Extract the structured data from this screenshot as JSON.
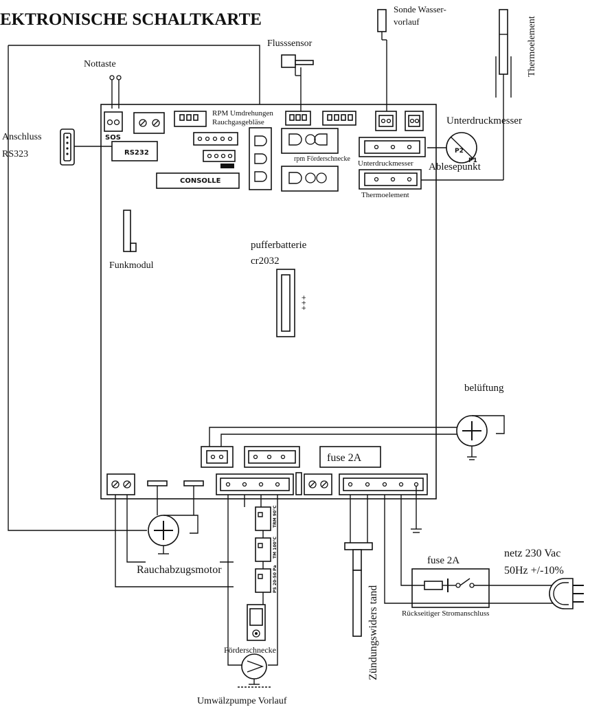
{
  "title": "EKTRONISCHE SCHALTKARTE",
  "labels": {
    "nottaste": "Nottaste",
    "sos": "SOS",
    "anschluss_1": "Anschluss",
    "anschluss_2": "RS323",
    "rs232": "RS232",
    "rpm_1": "RPM Umdrehungen",
    "rpm_2": "Rauchgasgebläse",
    "consolle": "CONSOLLE",
    "flusssensor": "Flusssensor",
    "sonde_1": "Sonde Wasser-",
    "sonde_2": "vorlauf",
    "thermoelement_vert": "Thermoelement",
    "unterdruckmesser_top": "Unterdruckmesser",
    "rpm_foerder": "rpm Förderschnecke",
    "unterdruckmesser_small": "Unterdruckmesser",
    "ablesepunkt": "Ablesepunkt",
    "thermoelement_small": "Thermoelement",
    "p2": "P2",
    "p1": "P1",
    "funkmodul": "Funkmodul",
    "puffer_1": "pufferbatterie",
    "puffer_2": "cr2032",
    "plus": "+++",
    "belueftung": "belüftung",
    "fuse_board": "fuse 2A",
    "fuse_ext": "fuse 2A",
    "netz_1": "netz 230 Vac",
    "netz_2": "50Hz +/-10%",
    "rueck": "Rückseitiger Stromanschluss",
    "rauchabzug": "Rauchabzugsmotor",
    "zuendung": "Zündungswiders tand",
    "foerderschnecke": "Förderschnecke",
    "umwaelz": "Umwälzpumpe Vorlauf",
    "relay_1": "TRM 90°C",
    "relay_2": "TM 100°C",
    "relay_3": "PS 20-50 Pa"
  }
}
